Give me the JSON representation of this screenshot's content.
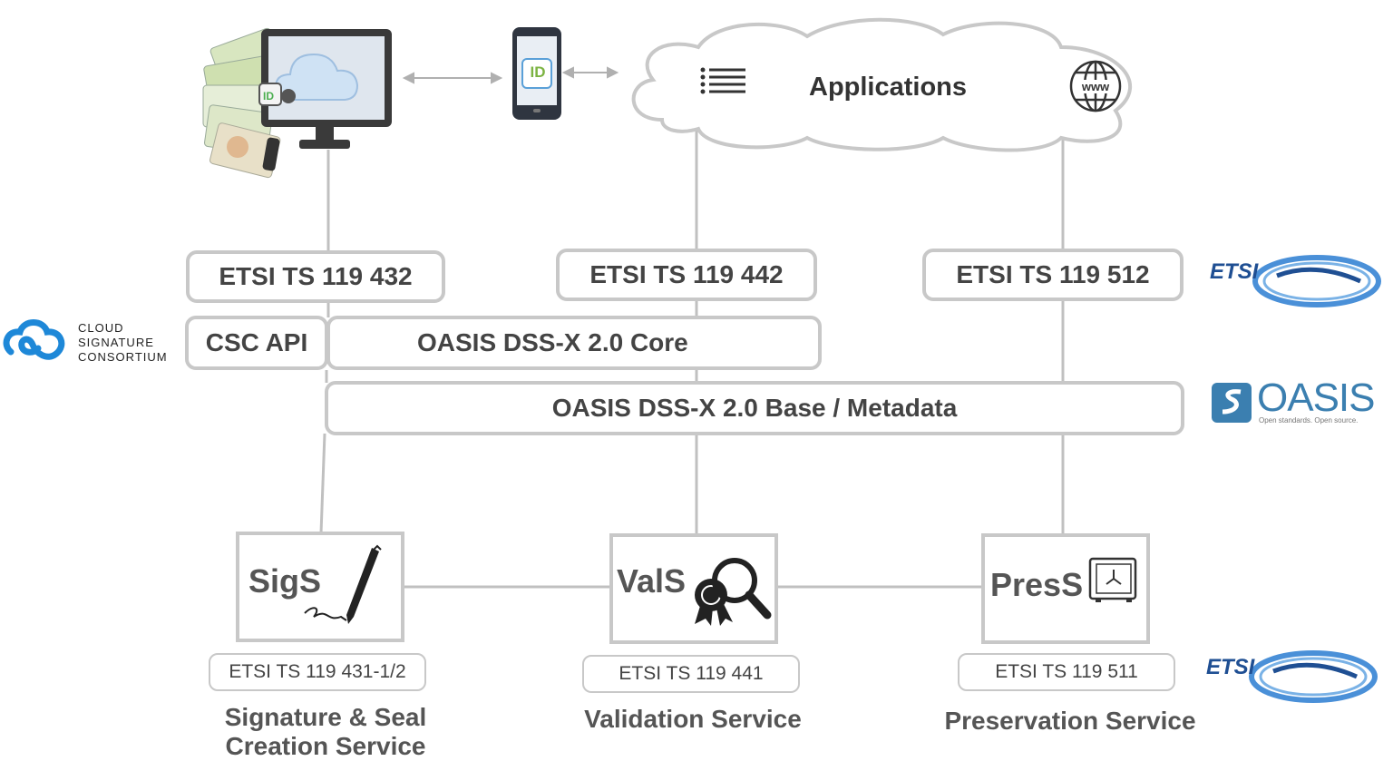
{
  "applications": {
    "label": "Applications"
  },
  "icons": {
    "list": "list-icon",
    "www": "globe-icon",
    "phone_id": "ID",
    "monitor": "cloud-monitor-icon"
  },
  "standards": {
    "ts_119_432": "ETSI TS 119 432",
    "ts_119_442": "ETSI TS 119 442",
    "ts_119_512": "ETSI TS 119 512",
    "csc_api": "CSC API",
    "dss_core": "OASIS DSS-X 2.0 Core",
    "dss_base": "OASIS DSS-X 2.0 Base / Metadata"
  },
  "services": {
    "sigs": {
      "label": "SigS",
      "standard": "ETSI TS 119 431-1/2",
      "caption_line1": "Signature & Seal",
      "caption_line2": "Creation Service"
    },
    "vals": {
      "label": "ValS",
      "standard": "ETSI TS 119 441",
      "caption_line1": "Validation Service"
    },
    "press": {
      "label": "PresS",
      "standard": "ETSI TS 119 511",
      "caption_line1": "Preservation Service"
    }
  },
  "logos": {
    "csc_line1": "CLOUD",
    "csc_line2": "SIGNATURE",
    "csc_line3": "CONSORTIUM",
    "etsi": "ETSI",
    "oasis": "OASIS",
    "oasis_tagline": "Open standards. Open source."
  },
  "colors": {
    "box_border": "#c8c8c8",
    "line": "#c0c0c0",
    "text": "#444444",
    "etsi_blue": "#1f4f93",
    "csc_blue": "#1e88d8",
    "oasis_blue": "#3b7fb0"
  }
}
